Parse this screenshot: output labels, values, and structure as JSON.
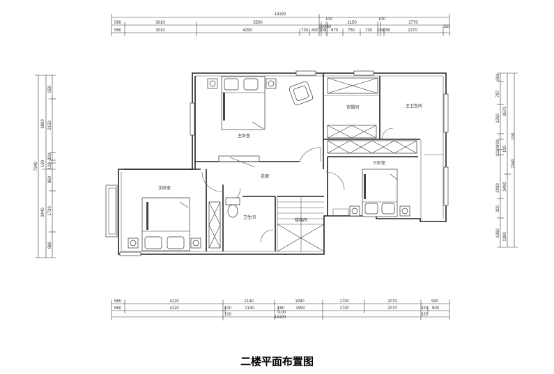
{
  "title": "二楼平面布置图",
  "rooms": {
    "master_bedroom": "主卧室",
    "cloakroom": "衣帽间",
    "master_bath": "主卫生间",
    "corridor": "走廊",
    "third_bedroom": "三卧室",
    "second_bedroom": "次卧室",
    "bathroom": "卫生间",
    "stair": "楼梯间"
  },
  "dims": {
    "top_total": "14190",
    "top_row1": [
      "560",
      "3010",
      "5500",
      "100",
      "200",
      "60",
      "2150",
      "100",
      "2770"
    ],
    "top_row2": [
      "560",
      "3010",
      "4290",
      "730",
      "400",
      "100",
      "670",
      "750",
      "730",
      "100",
      "250",
      "2270",
      "250"
    ],
    "bottom_row1": [
      "560",
      "4120",
      "2140",
      "1990",
      "1730",
      "2070",
      "900"
    ],
    "bottom_row2": [
      "560",
      "4120",
      "100",
      "2140",
      "160",
      "1990",
      "1730",
      "2070",
      "320",
      "900"
    ],
    "bottom_row3": [
      "100",
      "14190",
      "100",
      "320"
    ],
    "left_outer": [
      "7340",
      "100"
    ],
    "left_mid": [
      "3800",
      "3440"
    ],
    "left_inner": [
      "950",
      "2150",
      "300",
      "100",
      "860",
      "1720",
      "860"
    ],
    "right_inner": [
      "263",
      "787",
      "2670",
      "1260",
      "100",
      "800",
      "100",
      "3120",
      "2030",
      "300",
      "1360",
      "1380"
    ],
    "right_mid": [
      "3490"
    ],
    "right_outer": [
      "7340"
    ]
  }
}
